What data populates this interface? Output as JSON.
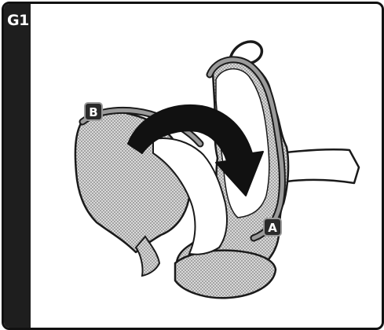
{
  "step": {
    "label": "G1"
  },
  "markers": {
    "b": "B",
    "a": "A"
  },
  "icons": {
    "rotation": "curved-arrow-clockwise-icon"
  },
  "colors": {
    "frame": "#111111",
    "side_bar": "#1e1e1e",
    "outline": "#1a1a1a",
    "fabric": "#b8b8b8",
    "rim": "#9a9a9a",
    "badge": "#2a2a2a",
    "arrow": "#111111"
  }
}
